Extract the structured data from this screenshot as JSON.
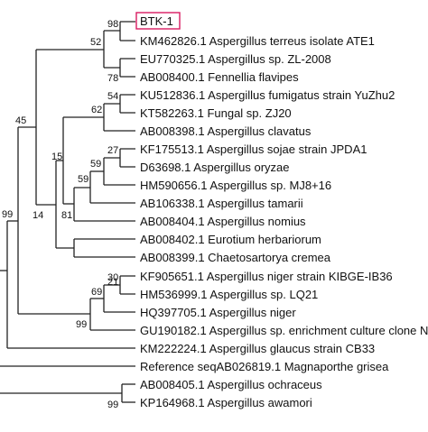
{
  "tree": {
    "leaves": [
      {
        "label": "BTK-1",
        "highlight": true
      },
      {
        "label": "KM462826.1 Aspergillus terreus isolate ATE1"
      },
      {
        "label": "EU770325.1 Aspergillus sp. ZL-2008"
      },
      {
        "label": "AB008400.1 Fennellia flavipes"
      },
      {
        "label": "KU512836.1 Aspergillus fumigatus strain YuZhu2"
      },
      {
        "label": "KT582263.1 Fungal sp. ZJ20"
      },
      {
        "label": "AB008398.1 Aspergillus clavatus"
      },
      {
        "label": "KF175513.1 Aspergillus sojae strain JPDA1"
      },
      {
        "label": "D63698.1 Aspergillus oryzae"
      },
      {
        "label": "HM590656.1 Aspergillus sp. MJ8+16"
      },
      {
        "label": "AB106338.1 Aspergillus tamarii"
      },
      {
        "label": "AB008404.1 Aspergillus nomius"
      },
      {
        "label": "AB008402.1 Eurotium herbariorum"
      },
      {
        "label": "AB008399.1 Chaetosartorya cremea"
      },
      {
        "label": "KF905651.1 Aspergillus niger strain KIBGE-IB36"
      },
      {
        "label": "HM536999.1 Aspergillus sp. LQ21"
      },
      {
        "label": "HQ397705.1 Aspergillus niger"
      },
      {
        "label": "GU190182.1 Aspergillus sp. enrichment culture clone N"
      },
      {
        "label": "KM222224.1 Aspergillus glaucus strain CB33"
      },
      {
        "label": "Reference seqAB026819.1 Magnaporthe grisea"
      },
      {
        "label": "AB008405.1 Aspergillus ochraceus"
      },
      {
        "label": "KP164968.1 Aspergillus awamori"
      }
    ],
    "bootstrap": [
      "98",
      "52",
      "78",
      "54",
      "62",
      "45",
      "15",
      "27",
      "59",
      "59",
      "81",
      "14",
      "21",
      "30",
      "69",
      "99",
      "99",
      "99"
    ],
    "highlight_color": "#d81b60"
  }
}
